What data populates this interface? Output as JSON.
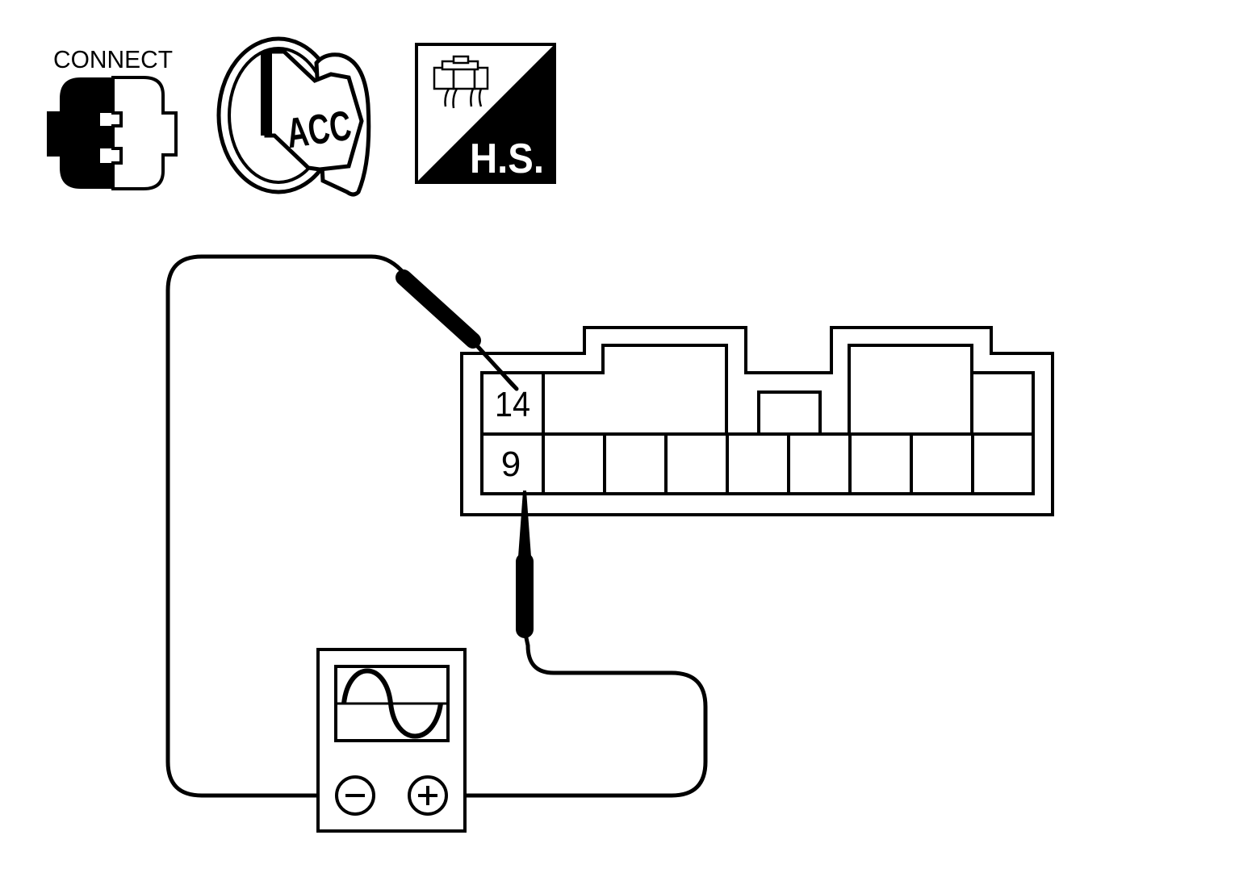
{
  "icons": {
    "connect_label": "CONNECT",
    "ignition_label": "ACC",
    "harness_label": "H.S."
  },
  "connector": {
    "terminal_top": "14",
    "terminal_bottom": "9"
  },
  "meter": {
    "negative_symbol": "−",
    "positive_symbol": "+"
  },
  "colors": {
    "ink": "#000000",
    "paper": "#ffffff"
  }
}
